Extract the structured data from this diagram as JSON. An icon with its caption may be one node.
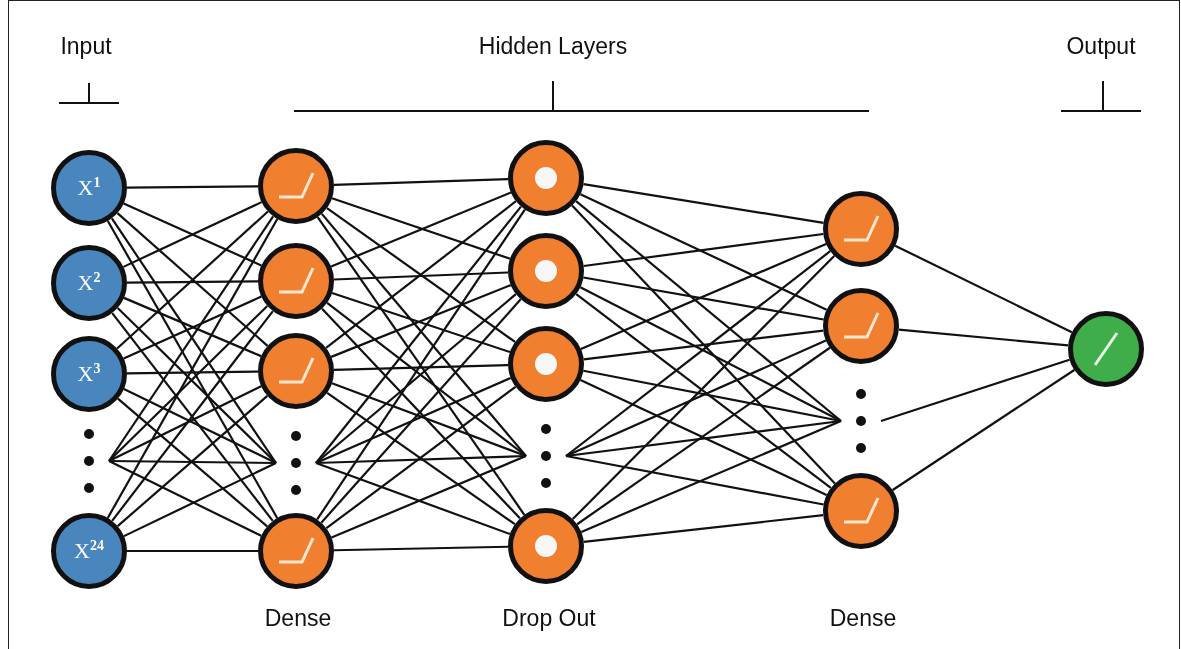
{
  "diagram": {
    "nodes": [
      {
        "text": [
          "X$^{1}$"
        ]
      },
      {
        "text": [
          "X$^{2}$"
        ]
      },
      {
        "text": [
          "X$^{3}$"
        ]
      },
      {
        "text": [],
        "shape": "dots"
      },
      {
        "text": [
          "X$^{24}$"
        ]
      },
      {
        "text": [],
        "shape": "circle"
      },
      {
        "text": [],
        "shape": "circle"
      },
      {
        "text": [],
        "shape": "circle"
      },
      {
        "text": [],
        "shape": "dots"
      },
      {
        "text": [],
        "shape": "circle"
      },
      {
        "text": [],
        "shape": "circle"
      },
      {
        "text": [],
        "shape": "circle"
      },
      {
        "text": [],
        "shape": "circle"
      },
      {
        "text": [],
        "shape": "dots"
      },
      {
        "text": [],
        "shape": "circle"
      },
      {
        "text": [],
        "shape": "circle"
      },
      {
        "text": [],
        "shape": "circle"
      },
      {
        "text": [],
        "shape": "dots"
      },
      {
        "text": [],
        "shape": "circle"
      },
      {
        "text": [],
        "shape": "circle"
      }
    ],
    "edges": [
      {
        "from": 0,
        "to": 5,
        "arrow": "none"
      },
      {
        "from": 0,
        "to": 6,
        "arrow": "none"
      },
      {
        "from": 0,
        "to": 7,
        "arrow": "none"
      },
      {
        "from": 0,
        "to": 8,
        "arrow": "none"
      },
      {
        "from": 0,
        "to": 9,
        "arrow": "none"
      },
      {
        "from": 1,
        "to": 5,
        "arrow": "none"
      },
      {
        "from": 1,
        "to": 6,
        "arrow": "none"
      },
      {
        "from": 1,
        "to": 7,
        "arrow": "none"
      },
      {
        "from": 1,
        "to": 8,
        "arrow": "none"
      },
      {
        "from": 1,
        "to": 9,
        "arrow": "none"
      },
      {
        "from": 2,
        "to": 5,
        "arrow": "none"
      },
      {
        "from": 2,
        "to": 6,
        "arrow": "none"
      },
      {
        "from": 2,
        "to": 7,
        "arrow": "none"
      },
      {
        "from": 2,
        "to": 8,
        "arrow": "none"
      },
      {
        "from": 2,
        "to": 9,
        "arrow": "none"
      },
      {
        "from": 3,
        "to": 5,
        "arrow": "none"
      },
      {
        "from": 3,
        "to": 6,
        "arrow": "none"
      },
      {
        "from": 3,
        "to": 7,
        "arrow": "none"
      },
      {
        "from": 3,
        "to": 8,
        "arrow": "none"
      },
      {
        "from": 3,
        "to": 9,
        "arrow": "none"
      },
      {
        "from": 4,
        "to": 5,
        "arrow": "none"
      },
      {
        "from": 4,
        "to": 6,
        "arrow": "none"
      },
      {
        "from": 4,
        "to": 7,
        "arrow": "none"
      },
      {
        "from": 4,
        "to": 8,
        "arrow": "none"
      },
      {
        "from": 4,
        "to": 9,
        "arrow": "none"
      },
      {
        "from": 5,
        "to": 10,
        "arrow": "none"
      },
      {
        "from": 5,
        "to": 11,
        "arrow": "none"
      },
      {
        "from": 5,
        "to": 12,
        "arrow": "none"
      },
      {
        "from": 5,
        "to": 13,
        "arrow": "none"
      },
      {
        "from": 5,
        "to": 14,
        "arrow": "none"
      },
      {
        "from": 6,
        "to": 10,
        "arrow": "none"
      },
      {
        "from": 6,
        "to": 11,
        "arrow": "none"
      },
      {
        "from": 6,
        "to": 12,
        "arrow": "none"
      },
      {
        "from": 6,
        "to": 13,
        "arrow": "none"
      },
      {
        "from": 6,
        "to": 14,
        "arrow": "none"
      },
      {
        "from": 7,
        "to": 10,
        "arrow": "none"
      },
      {
        "from": 7,
        "to": 11,
        "arrow": "none"
      },
      {
        "from": 7,
        "to": 12,
        "arrow": "none"
      },
      {
        "from": 7,
        "to": 13,
        "arrow": "none"
      },
      {
        "from": 7,
        "to": 14,
        "arrow": "none"
      },
      {
        "from": 8,
        "to": 10,
        "arrow": "none"
      },
      {
        "from": 8,
        "to": 11,
        "arrow": "none"
      },
      {
        "from": 8,
        "to": 12,
        "arrow": "none"
      },
      {
        "from": 8,
        "to": 13,
        "arrow": "none"
      },
      {
        "from": 8,
        "to": 14,
        "arrow": "none"
      },
      {
        "from": 9,
        "to": 10,
        "arrow": "none"
      },
      {
        "from": 9,
        "to": 11,
        "arrow": "none"
      },
      {
        "from": 9,
        "to": 12,
        "arrow": "none"
      },
      {
        "from": 9,
        "to": 13,
        "arrow": "none"
      },
      {
        "from": 9,
        "to": 14,
        "arrow": "none"
      },
      {
        "from": 10,
        "to": 15,
        "arrow": "none"
      },
      {
        "from": 10,
        "to": 16,
        "arrow": "none"
      },
      {
        "from": 10,
        "to": 17,
        "arrow": "none"
      },
      {
        "from": 10,
        "to": 18,
        "arrow": "none"
      },
      {
        "from": 11,
        "to": 15,
        "arrow": "none"
      },
      {
        "from": 11,
        "to": 16,
        "arrow": "none"
      },
      {
        "from": 11,
        "to": 17,
        "arrow": "none"
      },
      {
        "from": 11,
        "to": 18,
        "arrow": "none"
      },
      {
        "from": 12,
        "to": 15,
        "arrow": "none"
      },
      {
        "from": 12,
        "to": 16,
        "arrow": "none"
      },
      {
        "from": 12,
        "to": 17,
        "arrow": "none"
      },
      {
        "from": 12,
        "to": 18,
        "arrow": "none"
      },
      {
        "from": 13,
        "to": 15,
        "arrow": "none"
      },
      {
        "from": 13,
        "to": 16,
        "arrow": "none"
      },
      {
        "from": 13,
        "to": 17,
        "arrow": "none"
      },
      {
        "from": 13,
        "to": 18,
        "arrow": "none"
      },
      {
        "from": 14,
        "to": 15,
        "arrow": "none"
      },
      {
        "from": 14,
        "to": 16,
        "arrow": "none"
      },
      {
        "from": 14,
        "to": 17,
        "arrow": "none"
      },
      {
        "from": 14,
        "to": 18,
        "arrow": "none"
      },
      {
        "from": 15,
        "to": 19,
        "arrow": "none"
      },
      {
        "from": 16,
        "to": 19,
        "arrow": "none"
      },
      {
        "from": 17,
        "to": 19,
        "arrow": "none"
      },
      {
        "from": 18,
        "to": 19,
        "arrow": "none"
      }
    ],
    "labels": [
      "Input",
      "Hidden Layers",
      "Output",
      "Dense",
      "Drop Out",
      "Dense"
    ]
  }
}
